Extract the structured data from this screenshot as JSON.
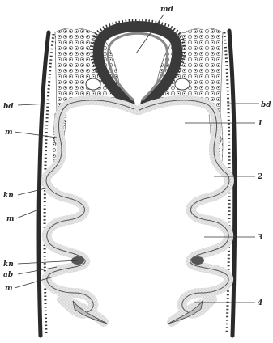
{
  "figure": {
    "labels": {
      "md": "md",
      "bd_left": "bd",
      "bd_right": "bd",
      "m1": "m",
      "kn1": "kn",
      "m2": "m",
      "kn2": "kn",
      "ab": "ab",
      "m3": "m",
      "n1": "1",
      "n2": "2",
      "n3": "3",
      "n4": "4"
    }
  }
}
